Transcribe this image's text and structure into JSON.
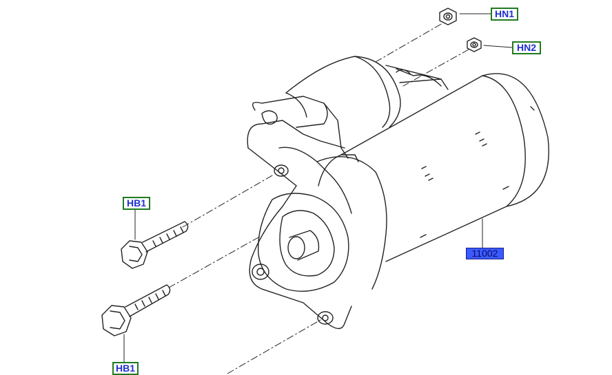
{
  "callouts": {
    "hn1": "HN1",
    "hn2": "HN2",
    "hb1_upper": "HB1",
    "hb1_lower": "HB1",
    "part_number": "11002"
  },
  "colors": {
    "line": "#222222",
    "callout_border": "#1e7a1e",
    "callout_text": "#1e2fd0",
    "part_highlight": "#3a5bff"
  }
}
